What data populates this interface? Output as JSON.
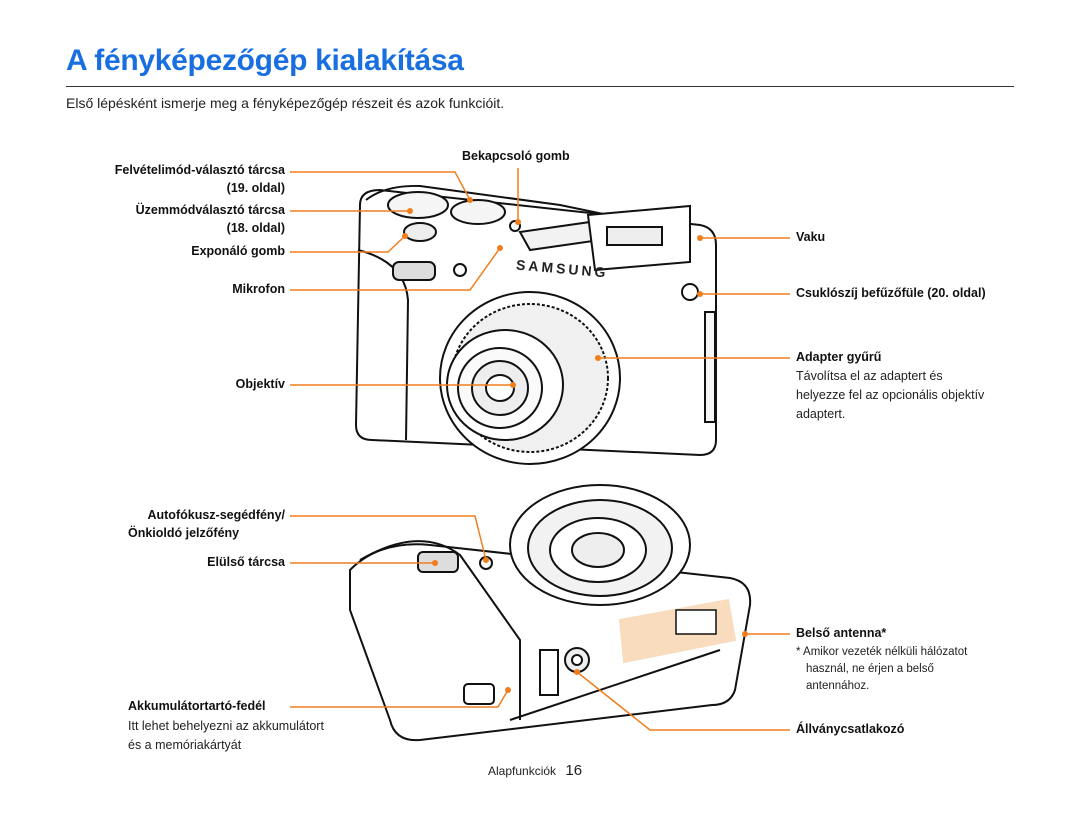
{
  "title": "A fényképezőgép kialakítása",
  "intro": "Első lépésként ismerje meg a fényképezőgép részeit és azok funkcióit.",
  "camera_brand": "SAMSUNG",
  "accent_color": "#f07e1d",
  "title_color": "#1a6fe0",
  "labels": {
    "mode_dial": "Felvételimód-választó tárcsa",
    "mode_dial_page": "(19. oldal)",
    "drive_dial": "Üzemmódválasztó tárcsa",
    "drive_dial_page": "(18. oldal)",
    "shutter": "Exponáló gomb",
    "mic": "Mikrofon",
    "lens": "Objektív",
    "power": "Bekapcsoló gomb",
    "flash": "Vaku",
    "strap": "Csuklószíj befűzőfüle (20. oldal)",
    "adapter": "Adapter gyűrű",
    "adapter_desc": [
      "Távolítsa el az adaptert és",
      "helyezze fel az opcionális objektív",
      "adaptert."
    ],
    "af_assist_1": "Autofókusz-segédfény/",
    "af_assist_2": "Önkioldó jelzőfény",
    "front_dial": "Elülső tárcsa",
    "battery": "Akkumulátortartó-fedél",
    "battery_desc": [
      "Itt lehet behelyezni az akkumulátort",
      "és a memóriakártyát"
    ],
    "antenna": "Belső antenna*",
    "antenna_note": [
      "* Amikor vezeték nélküli hálózatot",
      "használ, ne érjen a belső",
      "antennához."
    ],
    "tripod": "Állványcsatlakozó"
  },
  "footer": {
    "section": "Alapfunkciók",
    "page": "16"
  }
}
